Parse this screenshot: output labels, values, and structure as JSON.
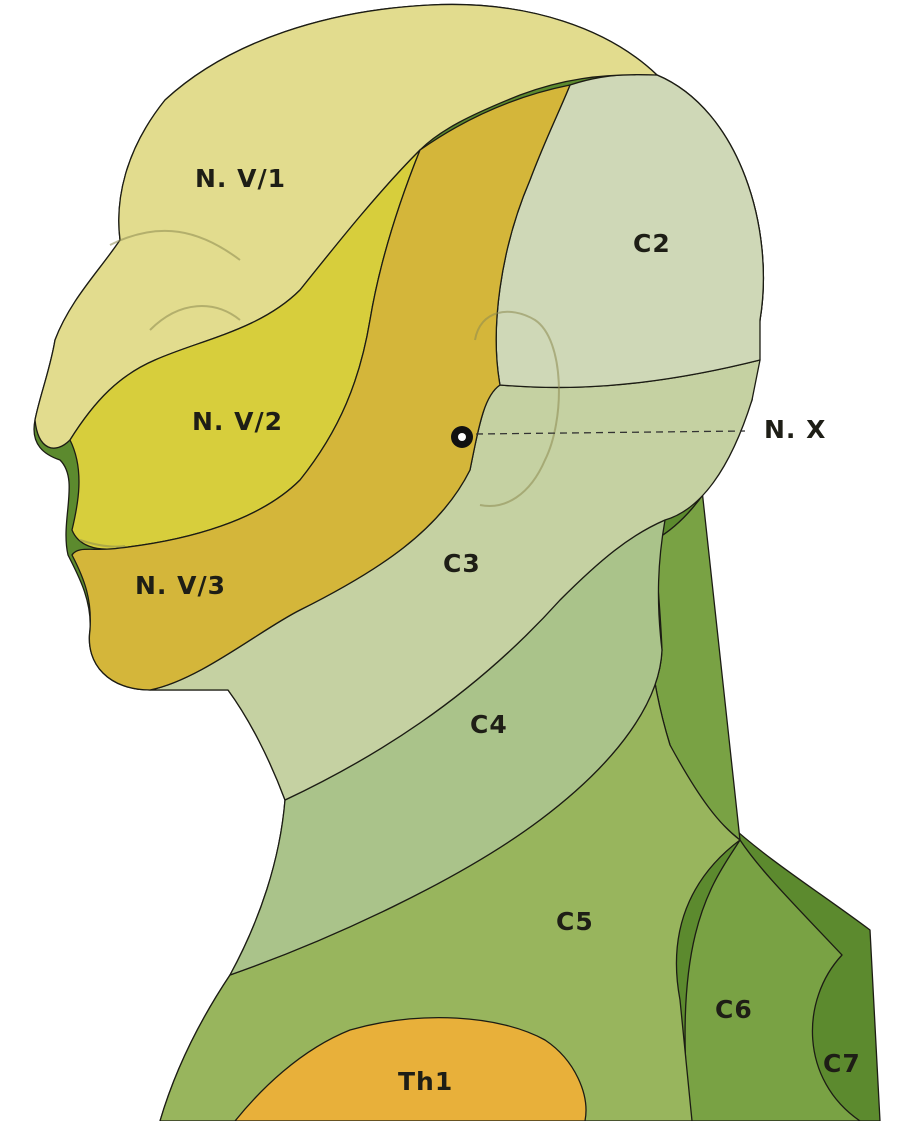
{
  "labels": {
    "nv1": "N. V/1",
    "nv2": "N. V/2",
    "nv3": "N. V/3",
    "nx": "N. X",
    "c2": "C2",
    "c3": "C3",
    "c4": "C4",
    "c5": "C5",
    "c6": "C6",
    "c7": "C7",
    "th1": "Th1"
  },
  "colors": {
    "nv1": "#e2dc8e",
    "nv2": "#d7ce3c",
    "nv3": "#d4b63a",
    "c2": "#cfd8b7",
    "c3": "#c5d1a2",
    "c4": "#aac38a",
    "c5": "#98b55d",
    "c6": "#79a244",
    "c7": "#5c8a2e",
    "th1": "#e8b03a",
    "boundary": "#1c1c14"
  }
}
